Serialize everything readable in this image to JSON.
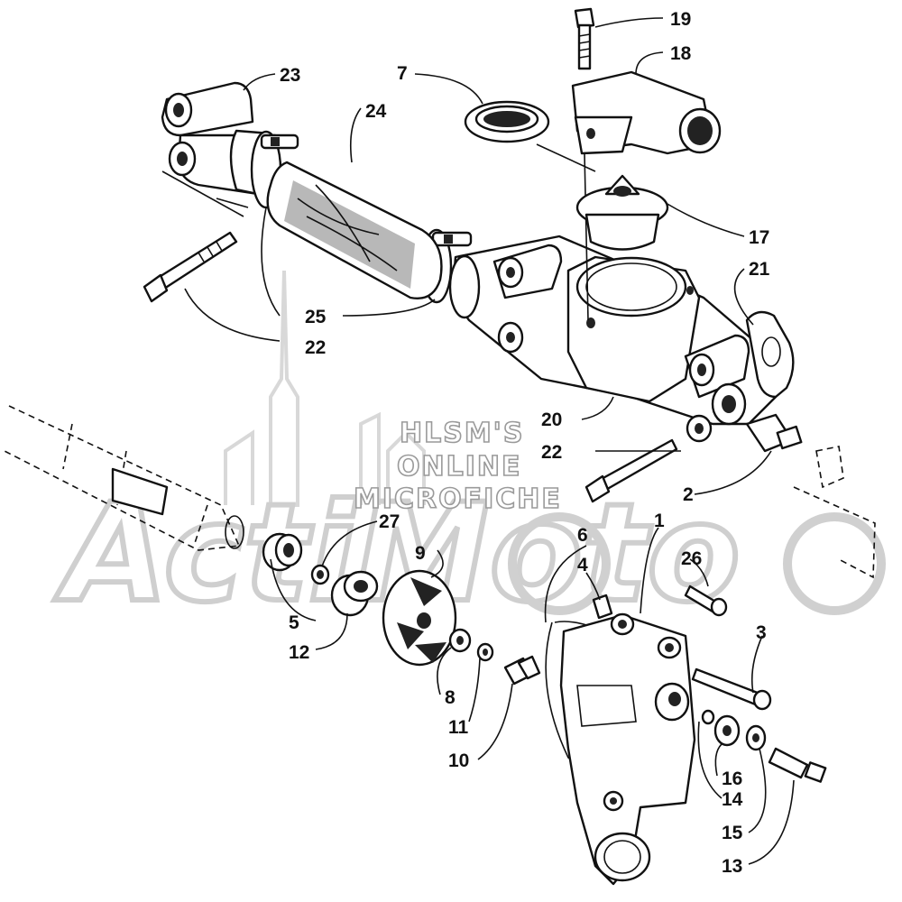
{
  "watermark": {
    "lines": [
      "HLSM'S",
      "ONLINE",
      "MICROFICHE"
    ],
    "logo_text": "ActiMoto"
  },
  "part_labels": {
    "p1": "1",
    "p2": "2",
    "p3": "3",
    "p4": "4",
    "p5": "5",
    "p6": "6",
    "p7": "7",
    "p8": "8",
    "p9": "9",
    "p10": "10",
    "p11": "11",
    "p12": "12",
    "p13": "13",
    "p14": "14",
    "p15": "15",
    "p16": "16",
    "p17": "17",
    "p18": "18",
    "p19": "19",
    "p20": "20",
    "p21": "21",
    "p22a": "22",
    "p22b": "22",
    "p23": "23",
    "p24": "24",
    "p25": "25",
    "p26": "26",
    "p27": "27"
  }
}
